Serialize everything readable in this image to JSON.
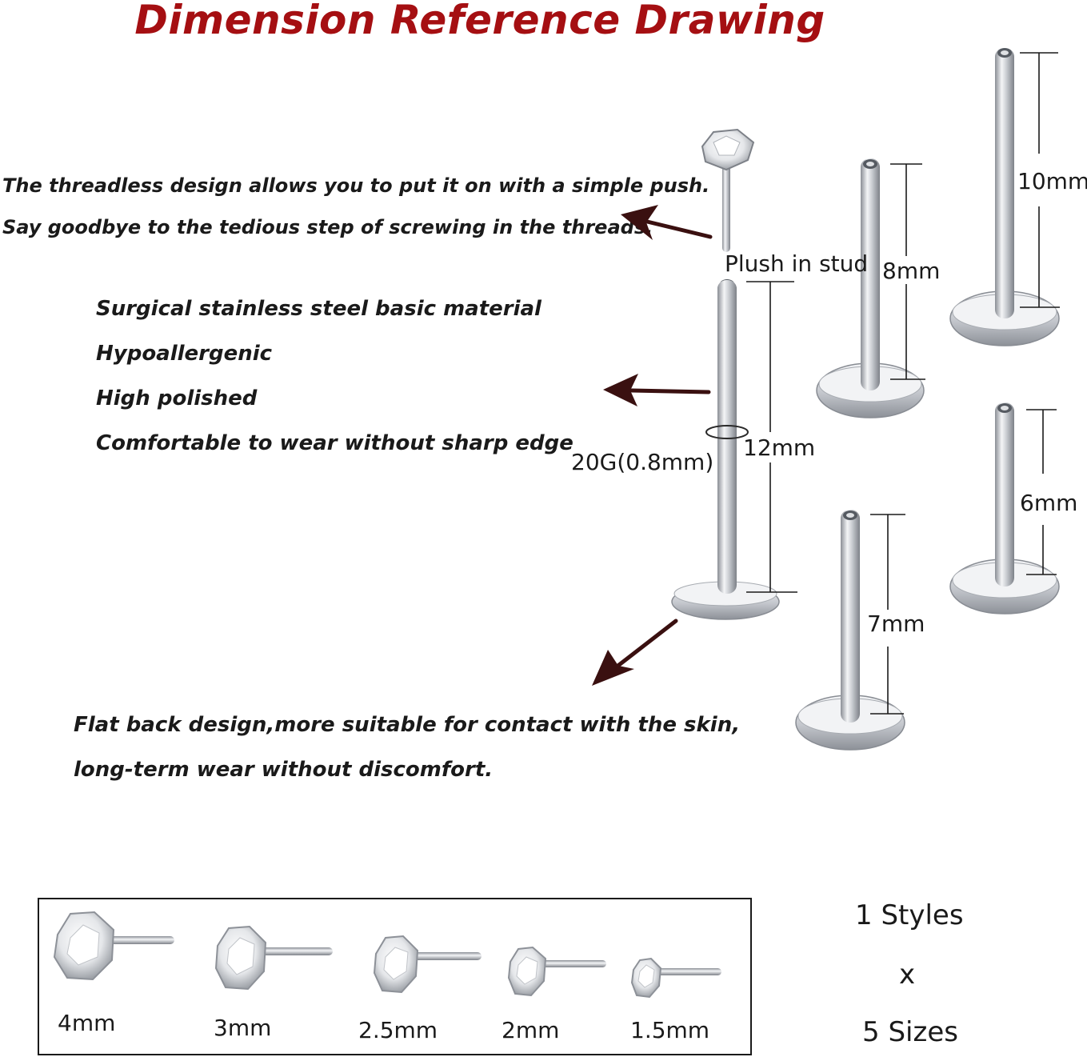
{
  "title": "Dimension Reference Drawing",
  "threadless_notes": [
    "The threadless design allows you to put it on with a simple push.",
    "Say goodbye to the tedious step of screwing in the threads."
  ],
  "material_notes": [
    "Surgical stainless steel basic material",
    "Hypoallergenic",
    "High polished",
    "Comfortable to wear without sharp edge"
  ],
  "flatback_notes": [
    "Flat back design,more suitable for contact with the skin,",
    "long-term wear without discomfort."
  ],
  "labels": {
    "push_in_stud": "Plush in stud",
    "gauge": "20G(0.8mm)",
    "len_12": "12mm",
    "len_8": "8mm",
    "len_10": "10mm",
    "len_7": "7mm",
    "len_6": "6mm"
  },
  "stone_sizes": [
    "4mm",
    "3mm",
    "2.5mm",
    "2mm",
    "1.5mm"
  ],
  "summary": {
    "styles": "1 Styles",
    "times": "x",
    "sizes": "5 Sizes"
  },
  "colors": {
    "title": "#a50f12",
    "arrow": "#3a1010",
    "metal": "#b9bcc2"
  }
}
